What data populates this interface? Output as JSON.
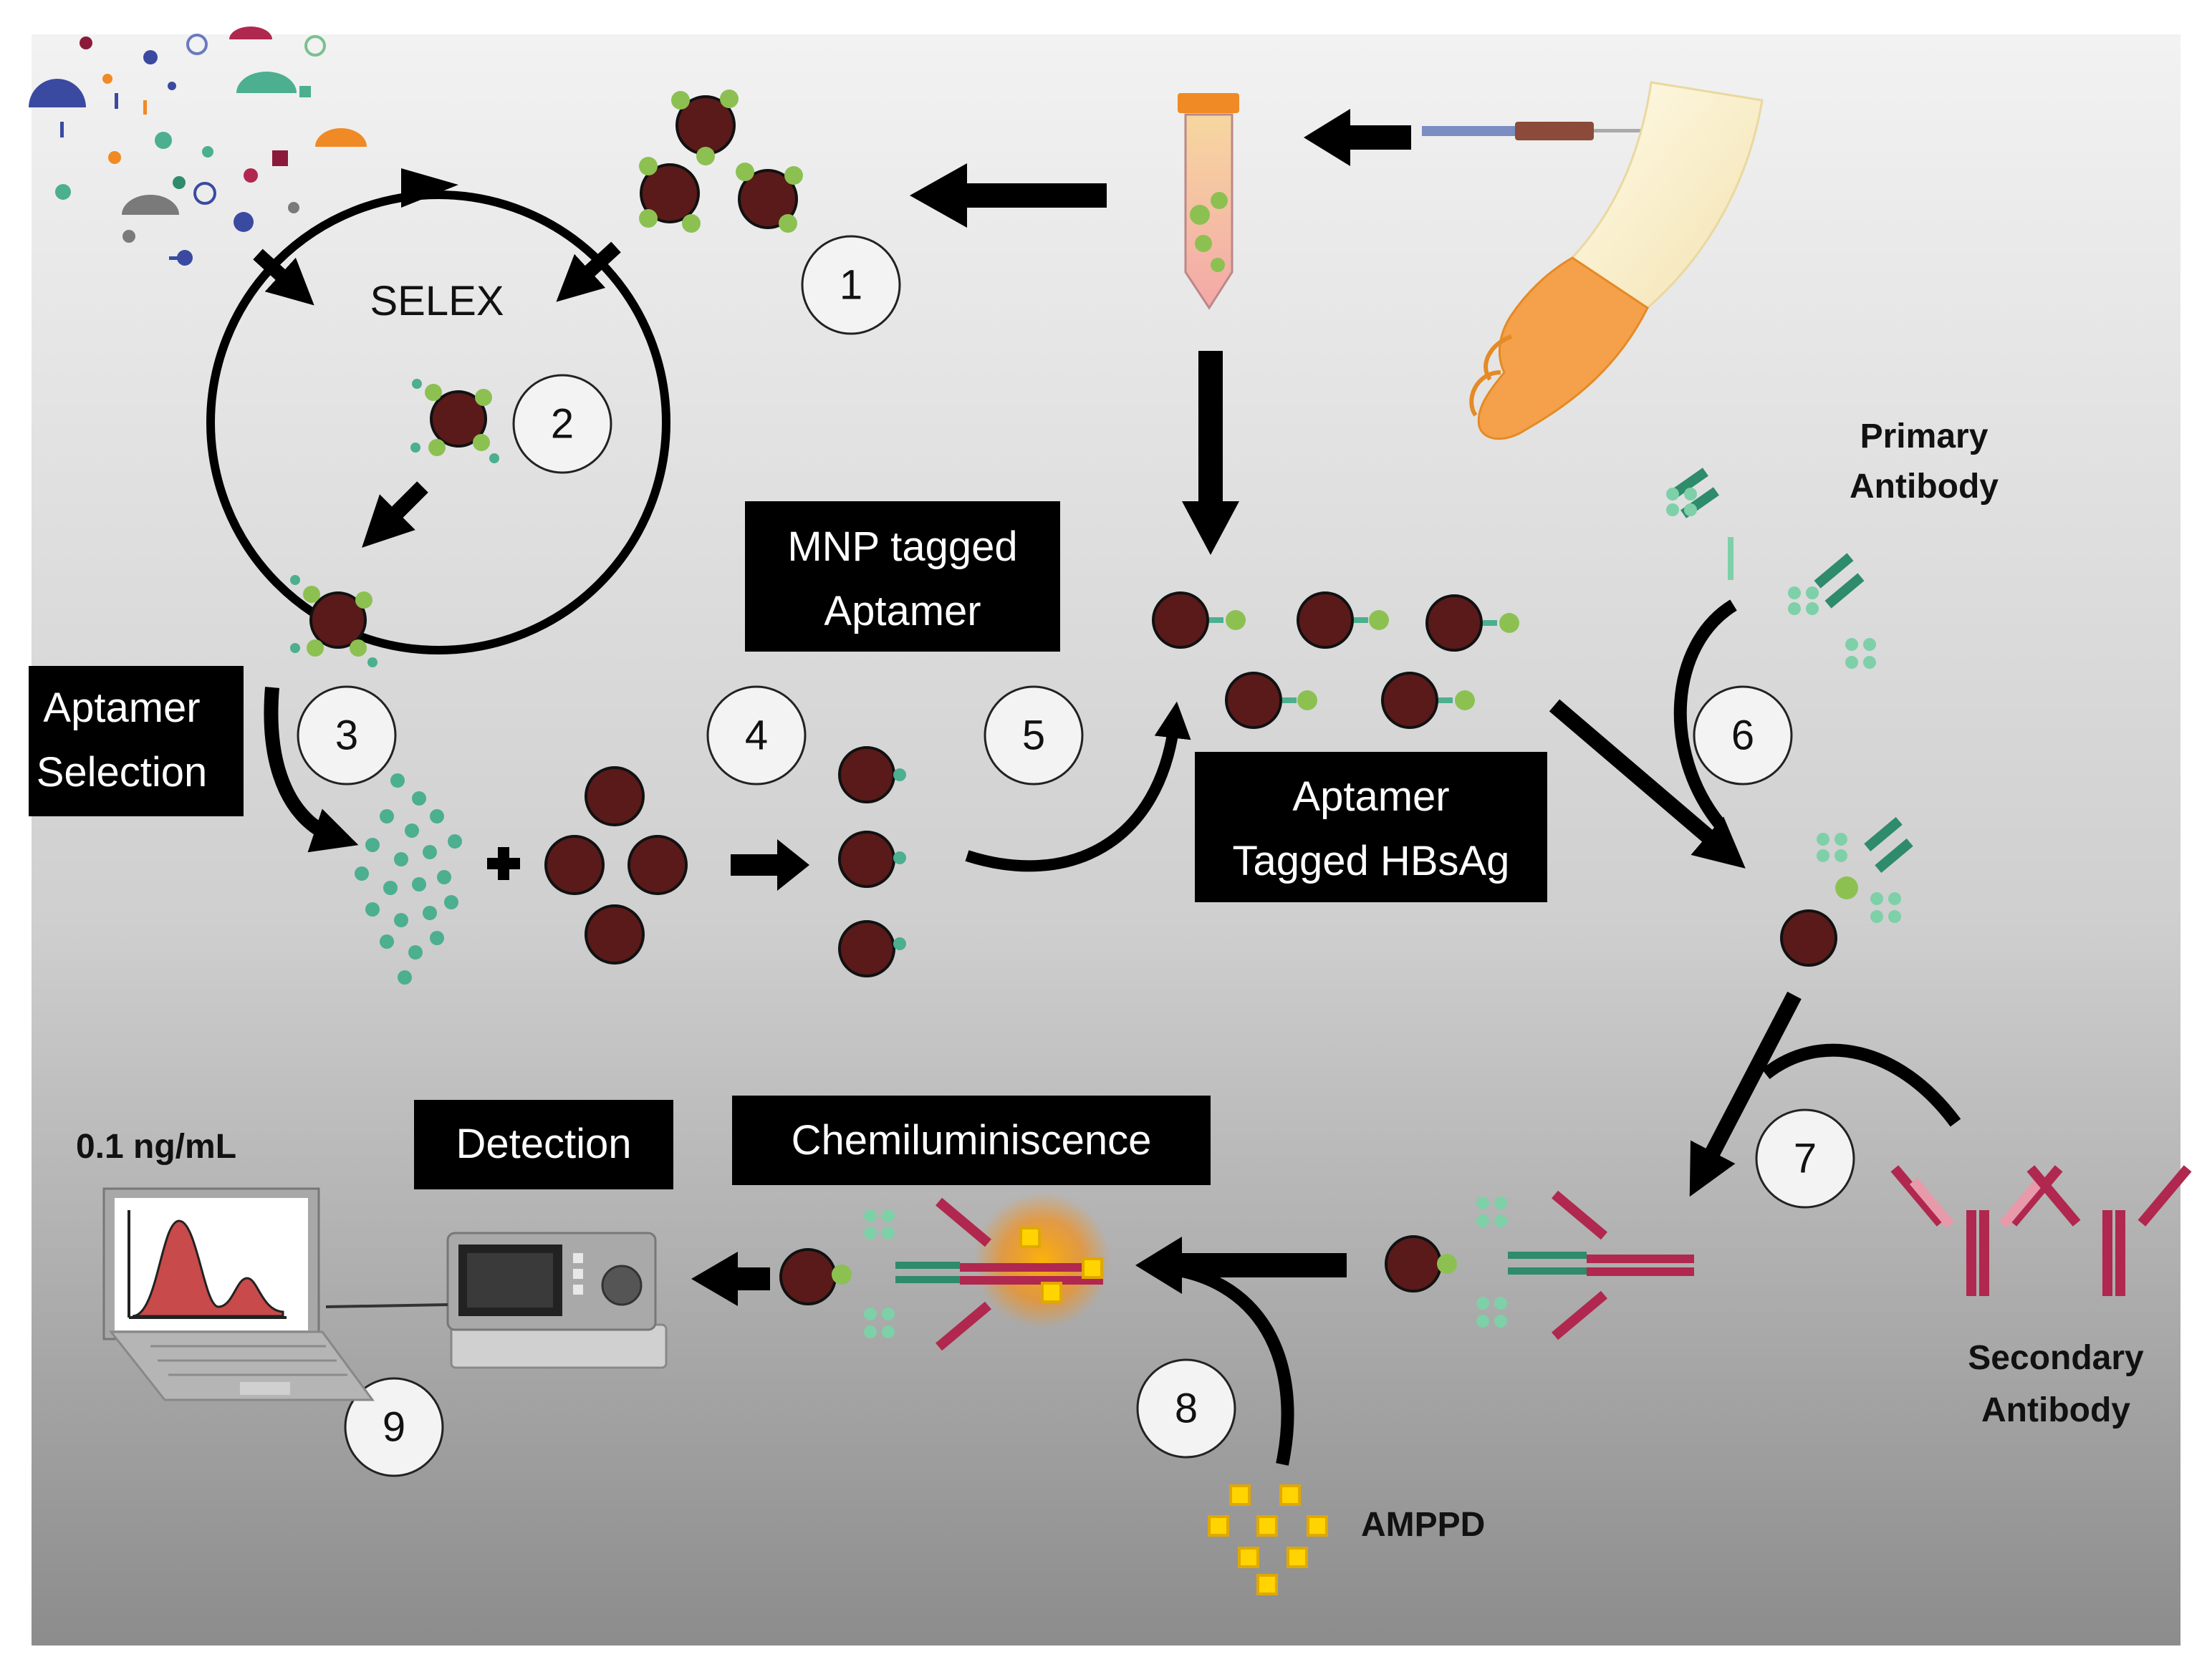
{
  "steps": [
    "1",
    "2",
    "3",
    "4",
    "5",
    "6",
    "7",
    "8",
    "9"
  ],
  "labels": {
    "selex": "SELEX",
    "aptamer_selection_l1": "Aptamer",
    "aptamer_selection_l2": "Selection",
    "mnp_tagged_l1": "MNP tagged",
    "mnp_tagged_l2": "Aptamer",
    "aptamer_tagged_l1": "Aptamer",
    "aptamer_tagged_l2": "Tagged HBsAg",
    "primary_l1": "Primary",
    "primary_l2": "Antibody",
    "secondary_l1": "Secondary",
    "secondary_l2": "Antibody",
    "chemiluminescence": "Chemiluminiscence",
    "detection": "Detection",
    "amppd": "AMPPD",
    "concentration": "0.1 ng/mL"
  },
  "colors": {
    "particle": "#5a1a1a",
    "aptamer_green": "#8cc152",
    "aptamer_teal": "#4caf8f",
    "antibody_primary": "#2e8b6b",
    "antibody_secondary": "#b0284f",
    "substrate": "#ffd400",
    "arrow": "#000000"
  }
}
